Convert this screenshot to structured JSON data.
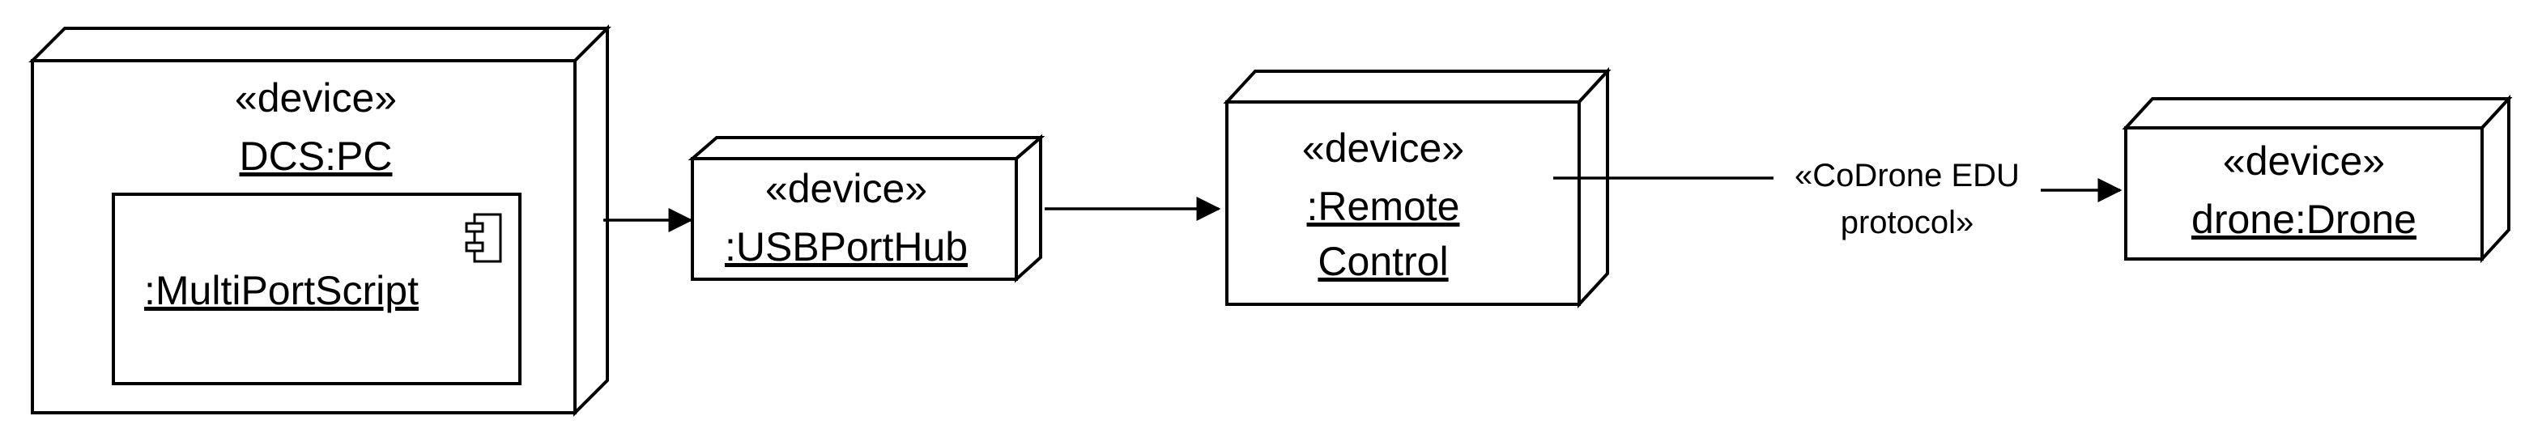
{
  "nodes": {
    "pc": {
      "stereotype": "«device»",
      "name": "DCS:PC"
    },
    "script": {
      "name": ":MultiPortScript",
      "icon": "uml-component-icon"
    },
    "hub": {
      "stereotype": "«device»",
      "name": ":USBPortHub"
    },
    "remote": {
      "stereotype": "«device»",
      "name_line1": ":Remote",
      "name_line2": "Control"
    },
    "drone": {
      "stereotype": "«device»",
      "name": "drone:Drone"
    }
  },
  "edges": {
    "remote_to_drone": {
      "label_line1": "«CoDrone EDU",
      "label_line2": "protocol»"
    }
  }
}
